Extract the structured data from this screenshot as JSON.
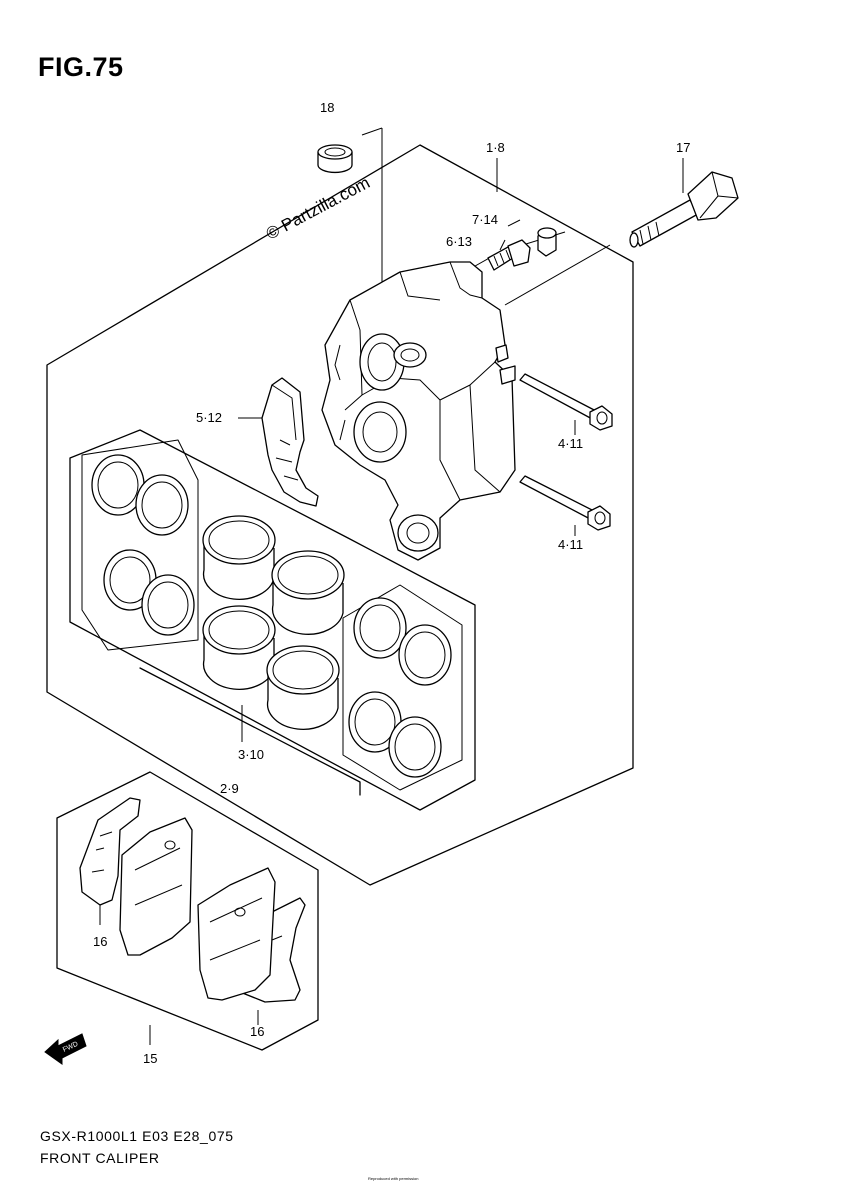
{
  "figure": {
    "title": "FIG.75",
    "watermark": "© Partzilla.com",
    "fwd_label": "FWD"
  },
  "callouts": {
    "c18": "18",
    "c1_8": "1·8",
    "c17": "17",
    "c7_14": "7·14",
    "c6_13": "6·13",
    "c5_12": "5·12",
    "c4_11a": "4·11",
    "c4_11b": "4·11",
    "c3_10": "3·10",
    "c2_9": "2·9",
    "c16a": "16",
    "c16b": "16",
    "c15": "15"
  },
  "footer": {
    "model_code": "GSX-R1000L1 E03 E28_075",
    "section_name": "FRONT CALIPER",
    "fine_print": "Reproduced with permission"
  }
}
